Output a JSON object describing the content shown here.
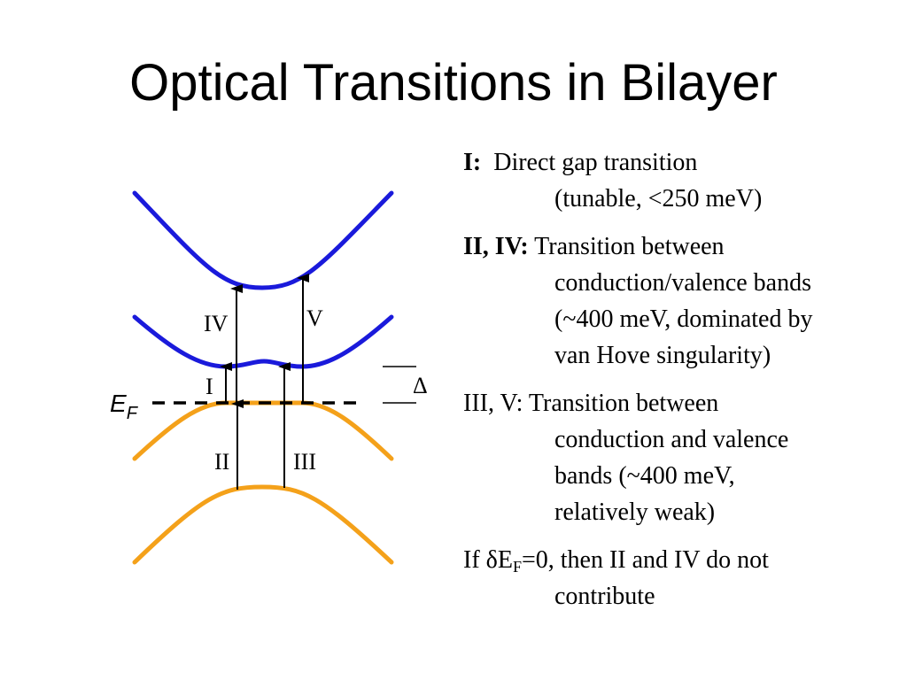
{
  "slide": {
    "title": "Optical Transitions in Bilayer"
  },
  "diagram": {
    "colors": {
      "conduction_band": "#1a1adb",
      "valence_band": "#f4a11a",
      "arrows": "#000000",
      "fermi_line": "#000000"
    },
    "labels": {
      "ef_main": "E",
      "ef_sub": "F",
      "delta": "Δ",
      "transition_I": "I",
      "transition_II": "II",
      "transition_III": "III",
      "transition_IV": "IV",
      "transition_V": "V"
    }
  },
  "notes": {
    "item1": {
      "bold": "I:",
      "line1_rest": "Direct gap transition",
      "line2": "(tunable,  <250 meV)"
    },
    "item2": {
      "bold": "II, IV:",
      "line1_rest": "Transition between",
      "line2": "conduction/valence bands",
      "line3": "(~400 meV, dominated by",
      "line4": "van Hove singularity)"
    },
    "item3": {
      "line1": "III, V:  Transition between",
      "line2": "conduction and valence",
      "line3": "bands (~400 meV,",
      "line4": "relatively weak)"
    },
    "item4": {
      "prefix": "If ",
      "delta": "δ",
      "e": "E",
      "sub": "F",
      "rest": "=0, then II and IV do not",
      "line2": "contribute"
    }
  }
}
